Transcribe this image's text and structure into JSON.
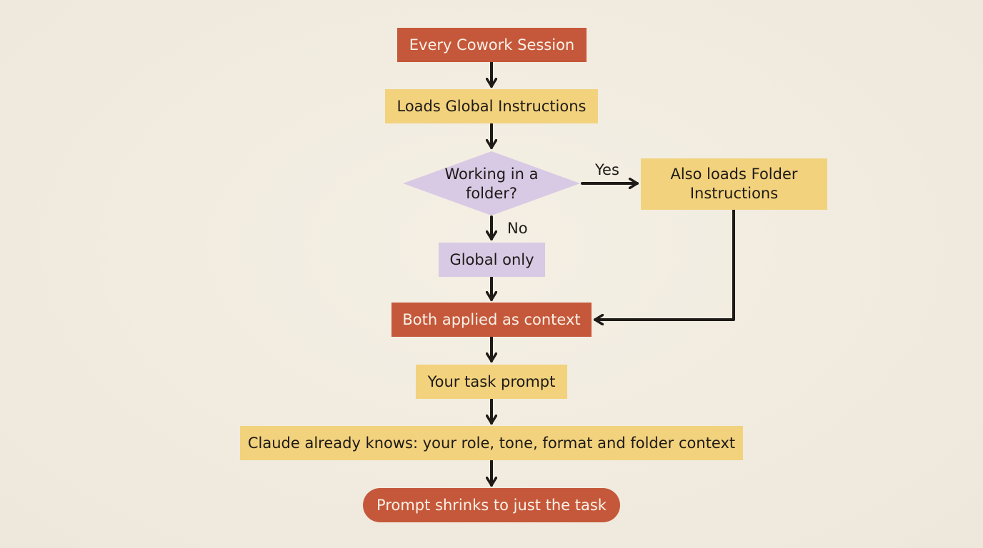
{
  "nodes": {
    "start": "Every Cowork Session",
    "global_instructions": "Loads Global Instructions",
    "decision": "Working in a folder?",
    "folder_instructions": "Also loads Folder Instructions",
    "global_only": "Global only",
    "both_applied": "Both applied as context",
    "task_prompt": "Your task prompt",
    "claude_knows": "Claude already knows: your role, tone, format and folder context",
    "end": "Prompt shrinks to just the task"
  },
  "edge_labels": {
    "yes": "Yes",
    "no": "No"
  },
  "colors": {
    "dark": "#c5583a",
    "yellow": "#f2d27d",
    "lilac": "#d8c9e4",
    "arrow": "#1e1a17",
    "background": "#f2ede2"
  }
}
